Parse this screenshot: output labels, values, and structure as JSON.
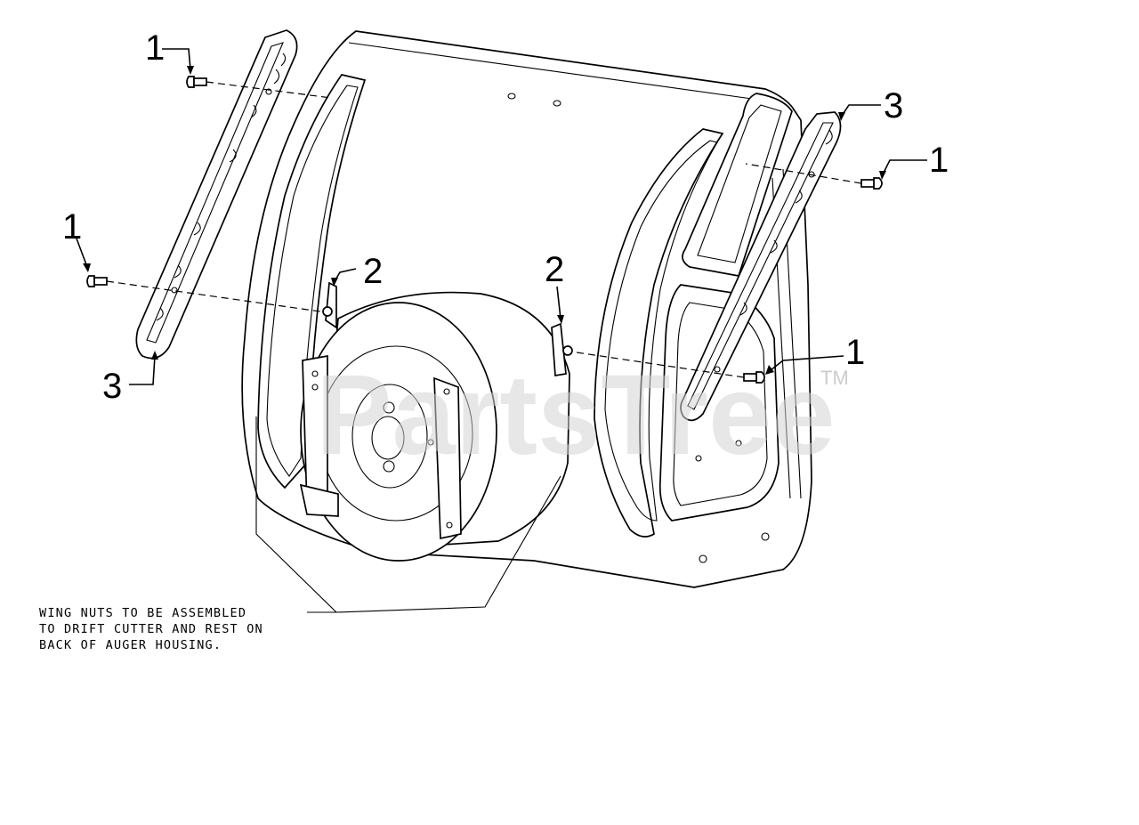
{
  "diagram": {
    "callouts": {
      "c1_top_left": "1",
      "c1_mid_left": "1",
      "c1_top_right": "1",
      "c1_mid_right": "1",
      "c2_left": "2",
      "c2_center": "2",
      "c3_left": "3",
      "c3_right": "3"
    },
    "note": {
      "line1": "WING NUTS TO BE ASSEMBLED",
      "line2": "TO DRIFT CUTTER AND REST ON",
      "line3": "BACK OF AUGER HOUSING."
    },
    "watermark": {
      "text": "PartsTree",
      "tm": "TM"
    }
  }
}
